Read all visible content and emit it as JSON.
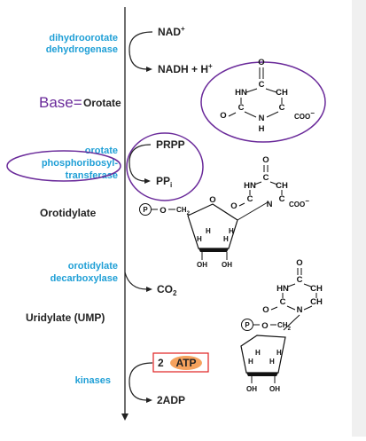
{
  "enzymes": {
    "dhodh_line1": "dihydroorotate",
    "dhodh_line2": "dehydrogenase",
    "oprt_line1": "orotate",
    "oprt_line2": "phosphoribosyl-",
    "oprt_line3": "transferase",
    "odc_line1": "orotidylate",
    "odc_line2": "decarboxylase",
    "kinases": "kinases"
  },
  "metabolites": {
    "nad": "NAD",
    "nad_sup": "+",
    "nadh": "NADH + H",
    "nadh_sup": "+",
    "orotate": "Orotate",
    "base_label": "Base=",
    "prpp": "PRPP",
    "ppi": "PP",
    "ppi_sub": "i",
    "orotidylate": "Orotidylate",
    "co2": "CO",
    "co2_sub": "2",
    "ump": "Uridylate (UMP)",
    "atp_count": "2",
    "atp": "ATP",
    "adp": "2ADP"
  },
  "structure_labels": {
    "O": "O",
    "HN": "HN",
    "C": "C",
    "CH": "CH",
    "N": "N",
    "H": "H",
    "COO": "COO",
    "minus": "−",
    "P": "P",
    "O_link": "O",
    "CH2": "CH",
    "CH2_sub": "2",
    "OH": "OH"
  },
  "colors": {
    "enzyme_text": "#1f9fd6",
    "highlight_ellipse": "#6a2a9a",
    "atp_fill": "#f5a25d",
    "atp_box": "#e02020"
  }
}
